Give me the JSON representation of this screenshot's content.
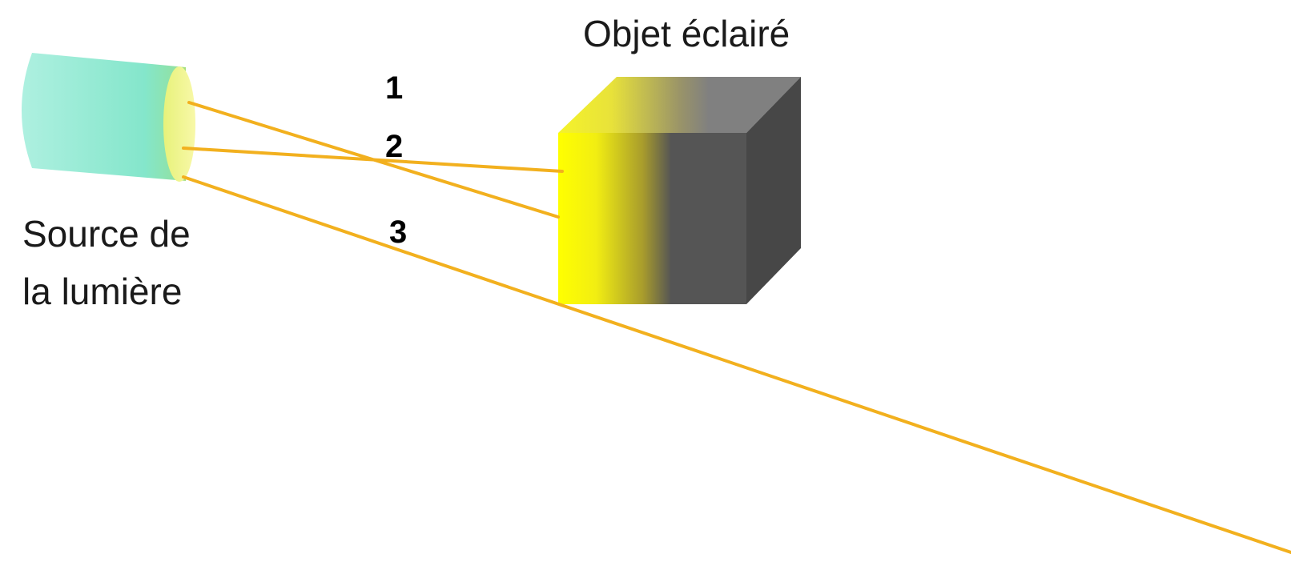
{
  "labels": {
    "object": "Objet éclairé",
    "source_line1": "Source de",
    "source_line2": "la lumière"
  },
  "rays": [
    {
      "number": "1"
    },
    {
      "number": "2"
    },
    {
      "number": "3"
    }
  ],
  "colors": {
    "ray": "#f2b01e",
    "source_body": "#7fe3c4",
    "source_face": "#f4f58a",
    "cube_lit": "#ffff00",
    "cube_shadow": "#555555",
    "cube_top": "#808080",
    "cube_side": "#474747"
  }
}
